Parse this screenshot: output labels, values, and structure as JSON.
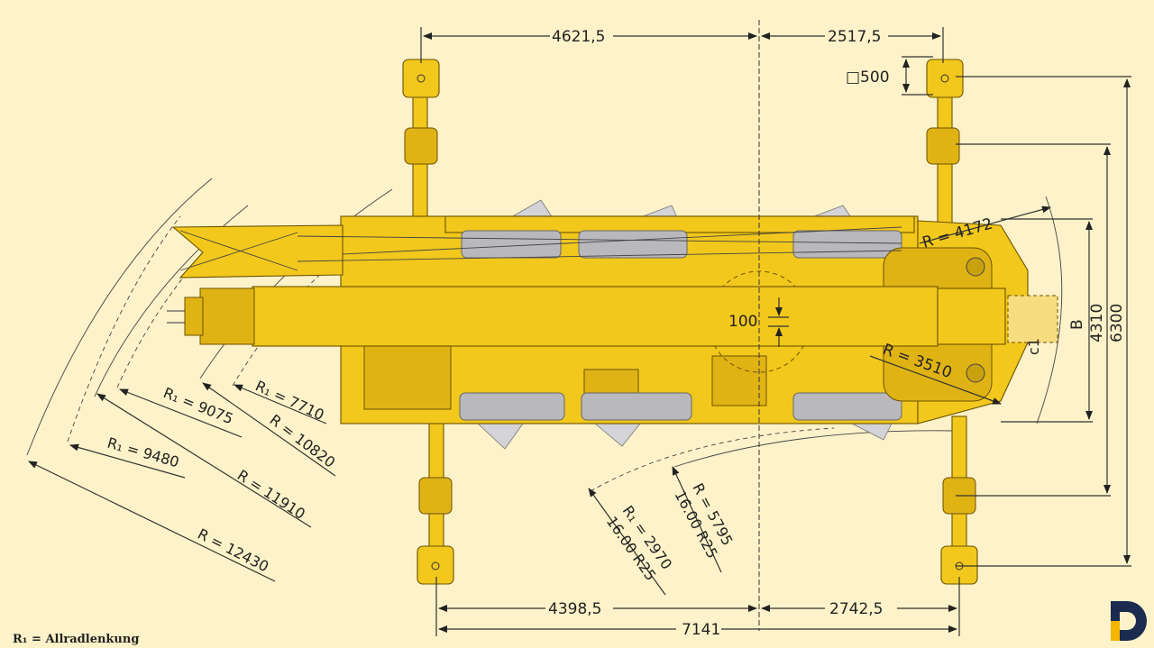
{
  "dimensions": {
    "top_left": "4621,5",
    "top_right": "2517,5",
    "pad": "□500",
    "right_b": "B",
    "right_4310": "4310",
    "right_6300": "6300",
    "radius_tail_top": "R = 4172",
    "radius_tail_bottom": "R = 3510",
    "center_100": "100",
    "bottom_left": "4398,5",
    "bottom_right": "2742,5",
    "bottom_total": "7141",
    "r1_7710": "R₁ = 7710",
    "r_10820": "R = 10820",
    "r1_9075": "R₁ = 9075",
    "r_11910": "R = 11910",
    "r1_9480": "R₁ = 9480",
    "r_12430": "R = 12430",
    "r_5795": "R = 5795",
    "tire_1600_a": "16.00 R25",
    "r1_2970": "R₁ = 2970",
    "tire_1600_b": "16.00 R25",
    "small_c": "c1"
  },
  "footnote": "R₁ = Allradlenkung",
  "colors": {
    "background": "#fdf2c9",
    "crane_yellow": "#f2c81c",
    "tire_gray": "#b9b9bd",
    "logo_navy": "#1b2b4f",
    "logo_yellow": "#f5b400"
  }
}
